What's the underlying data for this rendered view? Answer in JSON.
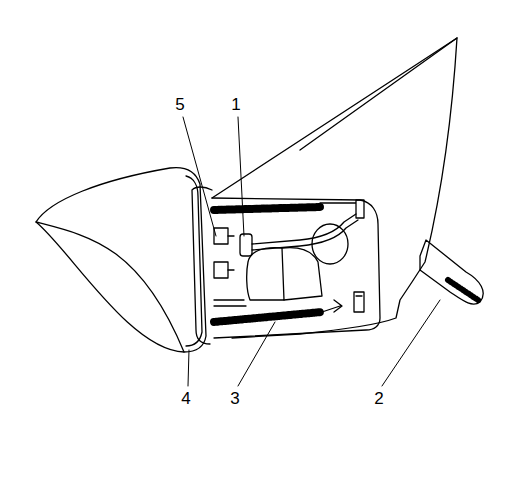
{
  "diagram": {
    "labels": [
      "5",
      "1",
      "4",
      "3",
      "2"
    ]
  }
}
